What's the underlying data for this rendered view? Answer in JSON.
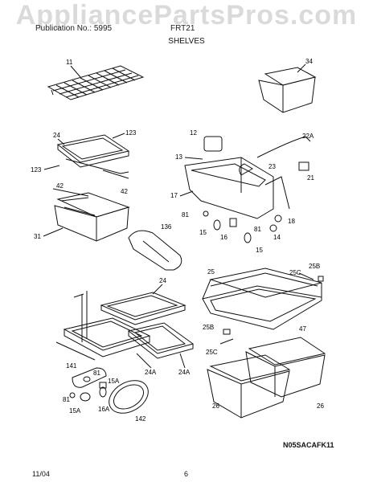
{
  "watermark": "AppliancePartsPros.com",
  "header": {
    "left_text": "Publication No.: 5995",
    "right_text": "FRT21",
    "section_title": "SHELVES"
  },
  "diagram_code": "N05SACAFK11",
  "footer": {
    "date": "11/04",
    "page": "6"
  },
  "callouts": {
    "c11": "11",
    "c34": "34",
    "c24a": "24",
    "c123a": "123",
    "c123b": "123",
    "c42a": "42",
    "c42b": "42",
    "c31": "31",
    "c136": "136",
    "c12": "12",
    "c22A": "22A",
    "c13": "13",
    "c23": "23",
    "c21": "21",
    "c17": "17",
    "c81a": "81",
    "c18": "18",
    "c15a": "15",
    "c16": "16",
    "c81b": "81",
    "c14": "14",
    "c15b": "15",
    "c24b": "24",
    "c25": "25",
    "c25C_a": "25C",
    "c25B_a": "25B",
    "c47": "47",
    "c25B_b": "25B",
    "c25C_b": "25C",
    "c24A_a": "24A",
    "c24A_b": "24A",
    "c141": "141",
    "c81c": "81",
    "c15A_a": "15A",
    "c81d": "81",
    "c15A_b": "15A",
    "c16A": "16A",
    "c142": "142",
    "c26a": "26",
    "c26b": "26"
  }
}
